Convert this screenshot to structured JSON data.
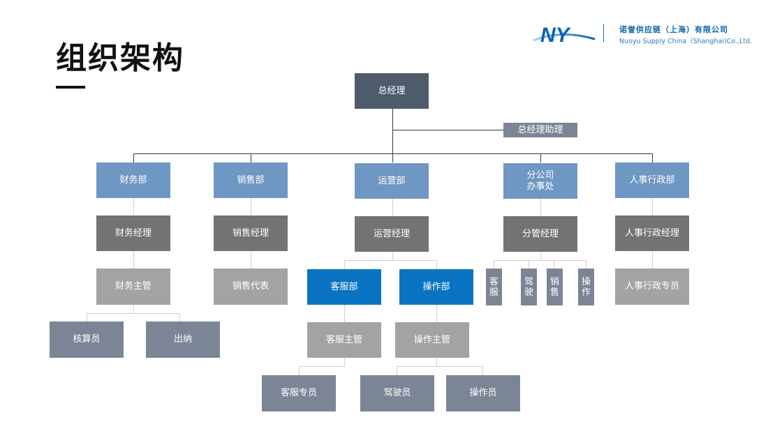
{
  "header": {
    "title": "组织架构",
    "logo_text": "NY",
    "company_cn": "诺誉供应链（上海）有限公司",
    "company_en": "Nuoyu Supply China（Shanghai)Co.,Ltd."
  },
  "org": {
    "top": "总经理",
    "assistant": "总经理助理",
    "departments": [
      "财务部",
      "销售部",
      "运营部",
      "分公司办事处",
      "人事行政部"
    ],
    "branch_office_lines": [
      "分公司",
      "办事处"
    ],
    "finance": {
      "manager": "财务经理",
      "supervisor": "财务主管",
      "staff": [
        "核算员",
        "出纳"
      ]
    },
    "sales": {
      "manager": "销售经理",
      "rep": "销售代表"
    },
    "operations": {
      "manager": "运营经理",
      "subdepts": [
        "客服部",
        "操作部"
      ],
      "supervisors": [
        "客服主管",
        "操作主管"
      ],
      "staff": [
        "客服专员",
        "驾驶员",
        "操作员"
      ]
    },
    "branch": {
      "manager": "分管经理",
      "roles": [
        "客服",
        "驾驶",
        "销售",
        "操作"
      ]
    },
    "hr": {
      "manager": "人事行政经理",
      "specialist": "人事行政专员"
    }
  },
  "colors": {
    "top": "#4d5b6b",
    "department": "#6f97c4",
    "manager": "#737373",
    "supervisor": "#a3a3a3",
    "staff": "#7c8595",
    "highlight": "#0a74c2",
    "brand": "#0b64ad"
  }
}
